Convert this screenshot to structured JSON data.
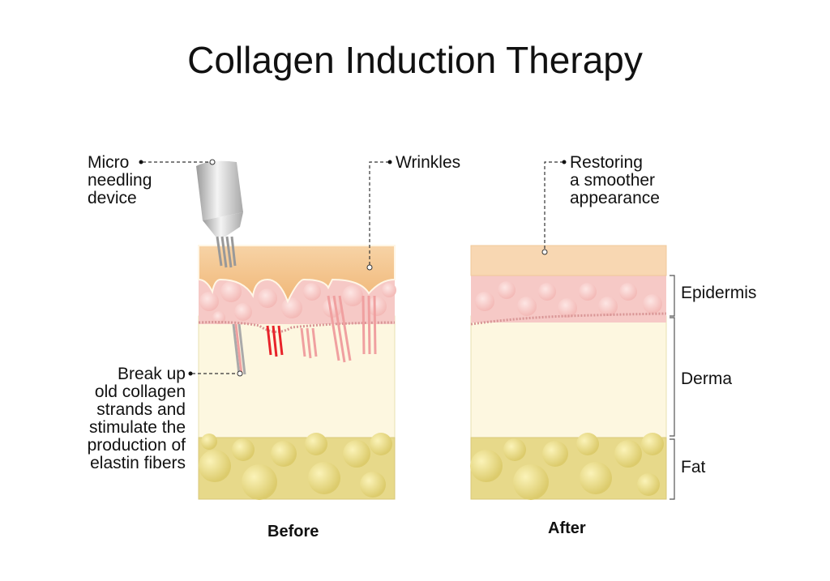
{
  "title": "Collagen Induction Therapy",
  "labels": {
    "device": "Micro\nneedling\ndevice",
    "wrinkles": "Wrinkles",
    "break_up": "Break up\nold collagen\nstrands and\nstimulate the\nproduction of\nelastin fibers",
    "restoring": "Restoring\na smoother\nappearance",
    "epidermis": "Epidermis",
    "derma": "Derma",
    "fat": "Fat"
  },
  "captions": {
    "before": "Before",
    "after": "After"
  },
  "colors": {
    "epidermis_top": "#f6cfa0",
    "epidermis_pink": "#f6c9c6",
    "derma": "#fdf7e0",
    "fat": "#e7d98a",
    "needle_red": "#e8232a"
  }
}
